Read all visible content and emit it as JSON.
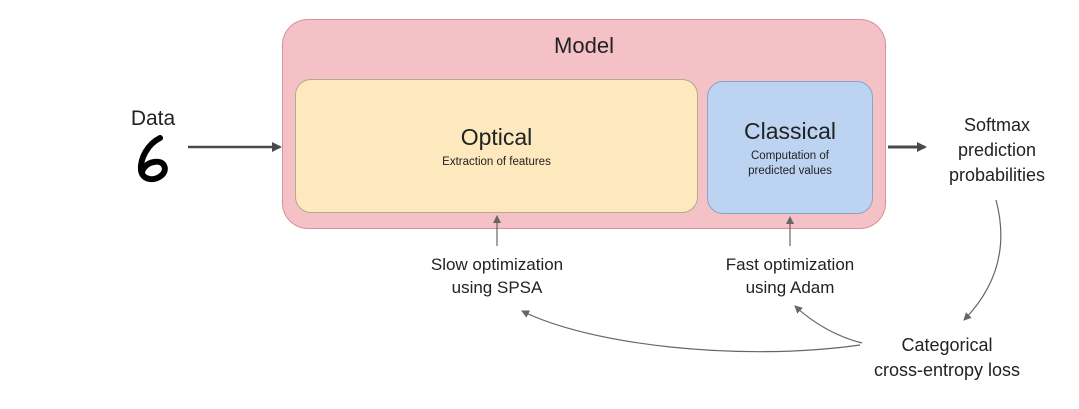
{
  "input": {
    "label": "Data",
    "digit": "6"
  },
  "model": {
    "title": "Model",
    "optical": {
      "title": "Optical",
      "subtitle": "Extraction of features"
    },
    "classical": {
      "title": "Classical",
      "subtitle_line1": "Computation of",
      "subtitle_line2": "predicted values"
    }
  },
  "output": {
    "line1": "Softmax",
    "line2": "prediction",
    "line3": "probabilities"
  },
  "optimizers": {
    "slow": {
      "line1": "Slow optimization",
      "line2": "using SPSA"
    },
    "fast": {
      "line1": "Fast optimization",
      "line2": "using Adam"
    }
  },
  "loss": {
    "line1": "Categorical",
    "line2": "cross-entropy loss"
  },
  "colors": {
    "model_fill": "#f4c2c6",
    "optical_fill": "#fde9bd",
    "classical_fill": "#bcd4f2",
    "arrow": "#555555"
  }
}
